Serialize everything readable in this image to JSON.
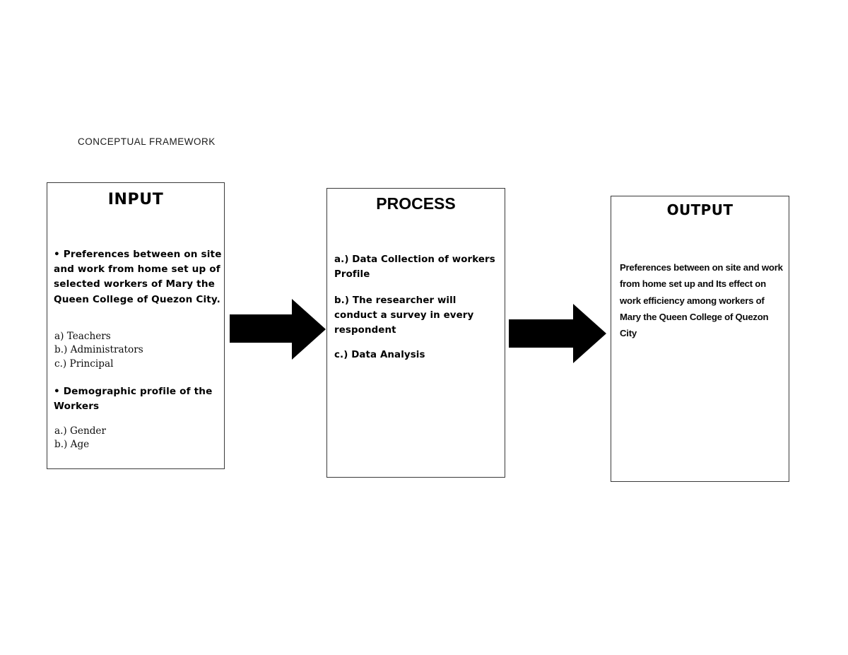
{
  "page": {
    "heading": "CONCEPTUAL FRAMEWORK"
  },
  "diagram": {
    "type": "flow",
    "orientation": "left-to-right",
    "stages": [
      "INPUT",
      "PROCESS",
      "OUTPUT"
    ],
    "connector_icon": "right-block-arrow-icon",
    "colors": {
      "box_border": "#3a3a3a",
      "box_fill": "#ffffff",
      "arrow_fill": "#000000",
      "text": "#000000"
    },
    "input": {
      "title": "INPUT",
      "bullet_1": "• Preferences between on site and work from home set up of selected workers of Mary the Queen College of Quezon City.",
      "sublist_1": [
        "a) Teachers",
        "b.) Administrators",
        "c.) Principal"
      ],
      "bullet_2": "• Demographic profile of the Workers",
      "sublist_2": [
        "a.) Gender",
        "b.)  Age"
      ]
    },
    "process": {
      "title": "PROCESS",
      "items": [
        "a.) Data Collection of workers Profile",
        "b.) The researcher will conduct a survey in every respondent",
        "c.) Data Analysis"
      ]
    },
    "output": {
      "title": "OUTPUT",
      "body": "Preferences between on site and work from home set up and Its effect on work efficiency among workers of Mary the Queen College of Quezon City"
    }
  }
}
